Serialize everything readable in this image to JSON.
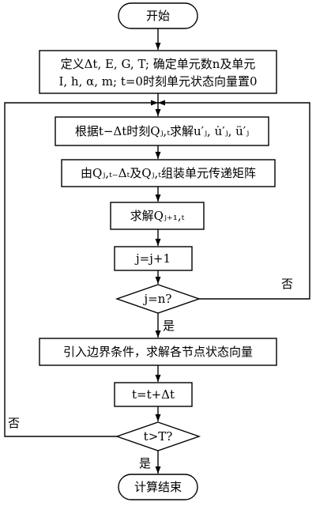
{
  "flowchart": {
    "nodes": {
      "start": {
        "text": "开始"
      },
      "init": {
        "line1": "定义Δt, E, G, T; 确定单元数n及单元",
        "line2": "I, h, α, m; t=0时刻单元状态向量置0"
      },
      "solve_u": {
        "text": "根据t−Δt时刻Qⱼ,ₜ求解u′ⱼ, u̇′ⱼ, ü′ⱼ"
      },
      "assemble": {
        "text": "由Qⱼ,ₜ₋Δₜ及Qⱼ,ₜ组装单元传递矩阵"
      },
      "solve_q": {
        "text": "求解Qⱼ₊₁,ₜ"
      },
      "j_inc": {
        "text": "j=j+1"
      },
      "check_j": {
        "text": "j=n?"
      },
      "boundary": {
        "text": "引入边界条件，求解各节点状态向量"
      },
      "t_inc": {
        "text": "t=t+Δt"
      },
      "check_t": {
        "text": "t>T?"
      },
      "end": {
        "text": "计算结束"
      }
    },
    "edge_labels": {
      "check_j_yes": "是",
      "check_j_no": "否",
      "check_t_yes": "是",
      "check_t_no": "否"
    }
  }
}
